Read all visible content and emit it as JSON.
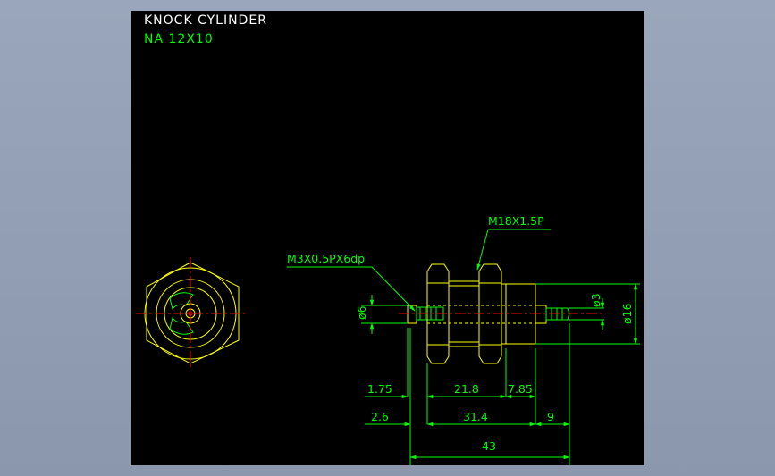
{
  "drawing": {
    "title": "KNOCK CYLINDER",
    "subtitle": "NA 12X10"
  },
  "callouts": {
    "thread_main": "M18X1.5P",
    "thread_port": "M3X0.5PX6dp"
  },
  "dimensions": {
    "dia_left": "ø6",
    "dia_port": "ø3",
    "dia_body": "ø16",
    "d1": "1.75",
    "d2": "21.8",
    "d3": "7.85",
    "d4": "2.6",
    "d5": "31.4",
    "d6": "9",
    "d7": "43"
  },
  "colors": {
    "background": "#000000",
    "outline": "#ffff00",
    "dimension": "#00ff00",
    "centerline": "#ff0000",
    "title_text": "#ffffff"
  }
}
